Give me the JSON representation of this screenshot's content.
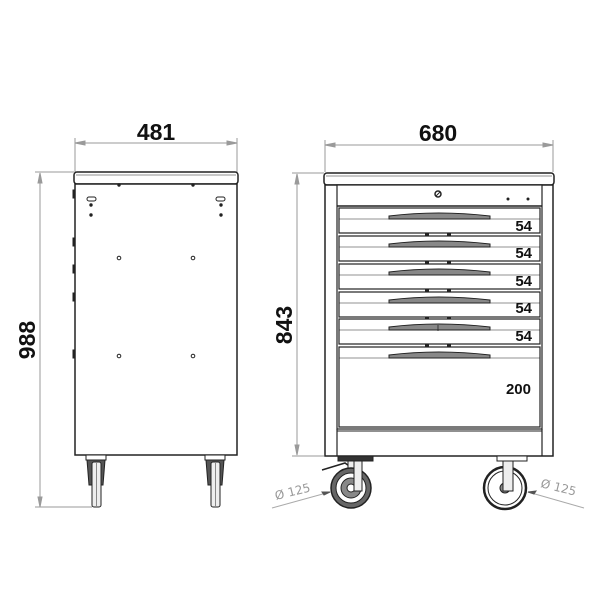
{
  "diagram": {
    "subject": "tool trolley dimensional drawing",
    "side_view": {
      "width_label": "481",
      "height_label": "988"
    },
    "front_view": {
      "width_label": "680",
      "height_label": "843",
      "drawers": [
        {
          "label": "54"
        },
        {
          "label": "54"
        },
        {
          "label": "54"
        },
        {
          "label": "54"
        },
        {
          "label": "54"
        },
        {
          "label": "200"
        }
      ],
      "caster_left_label": "Ø 125",
      "caster_right_label": "Ø 125"
    },
    "colors": {
      "line": "#222222",
      "dim_line": "#9a9a9a",
      "text": "#111111"
    }
  }
}
